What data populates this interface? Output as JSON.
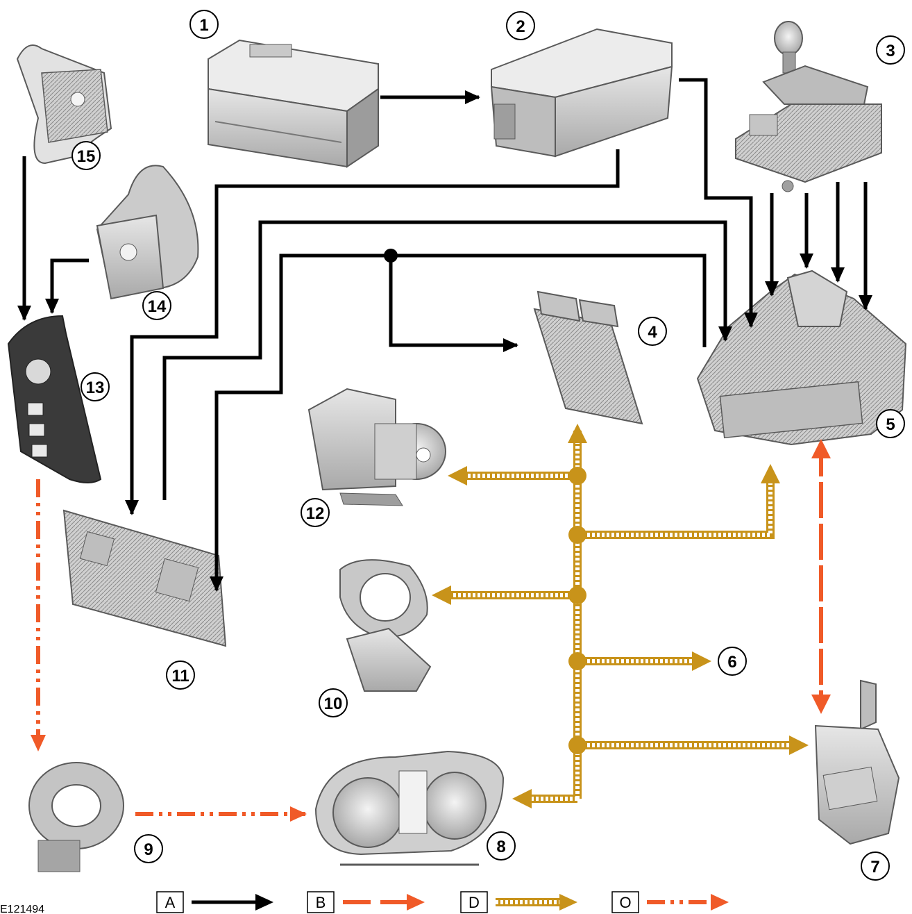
{
  "diagram": {
    "reference_code": "E121494",
    "component_numbers": [
      "1",
      "2",
      "3",
      "4",
      "5",
      "6",
      "7",
      "8",
      "9",
      "10",
      "11",
      "12",
      "13",
      "14",
      "15"
    ],
    "legend": [
      {
        "key": "A",
        "style": "solid-black"
      },
      {
        "key": "B",
        "style": "dashed-orange"
      },
      {
        "key": "D",
        "style": "hatched-gold"
      },
      {
        "key": "O",
        "style": "dash-dot-orange"
      }
    ],
    "colors": {
      "hardwired": "#000000",
      "dashed": "#f05a28",
      "can_bus": "#c8931a",
      "can_bus_fill": "#ffffff",
      "node_dot": "#c8931a",
      "component_fill": "#d7d7d7",
      "component_edge": "#5a5a5a"
    }
  }
}
